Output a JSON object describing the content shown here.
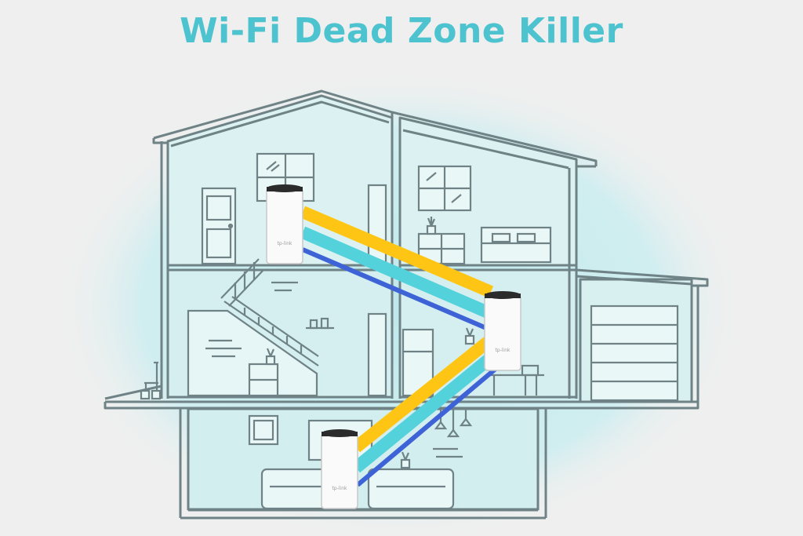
{
  "title": "Wi-Fi Dead Zone Killer",
  "colors": {
    "title": "#4cc3cf",
    "background": "#efefef",
    "glow": "#c9ecef",
    "wall_fill": "#e4f4f4",
    "outline": "#6f8387",
    "beam_yellow": "#ffc514",
    "beam_cyan": "#54d2dc",
    "beam_blue": "#3d63d6",
    "unit_body": "#fafafa",
    "unit_top": "#2b2b2b"
  },
  "mesh_units": [
    {
      "name": "upstairs-unit",
      "floor": "upper",
      "label": "tp-link"
    },
    {
      "name": "main-floor-unit",
      "floor": "middle",
      "label": "tp-link"
    },
    {
      "name": "basement-unit",
      "floor": "basement",
      "label": "tp-link"
    }
  ],
  "icons": {
    "house": "house-cutaway-icon",
    "garage": "garage-door-icon",
    "stairs": "staircase-icon",
    "window": "window-icon",
    "door": "door-icon",
    "bed": "bed-icon",
    "sofa": "sofa-icon",
    "fridge": "fridge-icon",
    "plant": "potted-plant-icon"
  }
}
